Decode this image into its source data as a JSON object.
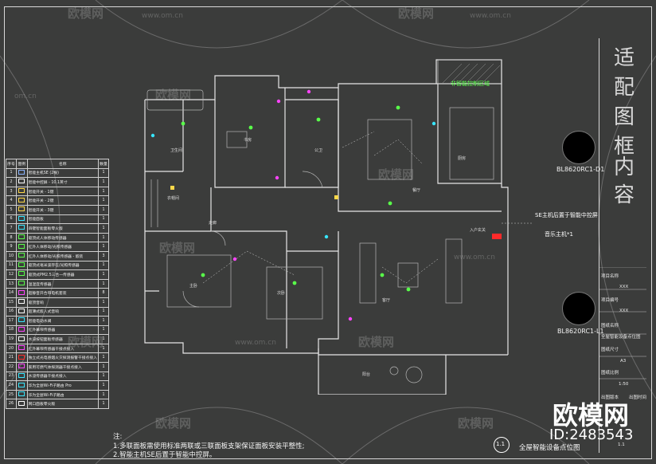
{
  "watermark": {
    "text": "欧模网",
    "url": "www.om.cn",
    "url_short": "om.cn"
  },
  "frame_title_chars": [
    "适",
    "配",
    "图",
    "框",
    "内",
    "容"
  ],
  "symbols": [
    {
      "label": "BL8620RC1-D1"
    },
    {
      "label": "BL8620RC1-L1"
    }
  ],
  "title_block": {
    "project_name_label": "项目名称",
    "project_name": "XXX",
    "project_no_label": "项目编号",
    "project_no": "XXX",
    "drawing_name_label": "图纸名称",
    "drawing_name": "全屋智能设备点位图",
    "paper_size_label": "图纸尺寸",
    "paper_size": "A3",
    "scale_label": "图纸比例",
    "scale": "1:50",
    "version_label": "出图版本",
    "date_label": "出图时间",
    "sheet_no": "1.1"
  },
  "plan": {
    "room_labels": [
      "主卧",
      "次卧",
      "客厅",
      "餐厅",
      "厨房",
      "书房",
      "卫生间",
      "公卫",
      "走廊",
      "阳台",
      "入户玄关",
      "衣帽间"
    ],
    "control_zone": "非智能控制区域",
    "callout_se": "SE主机后置于智能中控屏",
    "callout_music": "音乐主机*1",
    "view_number": "1.1",
    "view_title": "全屋智能设备点位图"
  },
  "legend": {
    "headers": [
      "序号",
      "图例",
      "名称",
      "数量"
    ],
    "rows": [
      [
        "1",
        "智能主机SE (2根)",
        "1"
      ],
      [
        "2",
        "智能中控屏 - 10.1英寸",
        "1"
      ],
      [
        "3",
        "智能开关 - 1键",
        "1"
      ],
      [
        "4",
        "智能开关 - 2键",
        "1"
      ],
      [
        "5",
        "智能开关 - 3键",
        "1"
      ],
      [
        "6",
        "智能面板",
        "1"
      ],
      [
        "7",
        "四键智能面板零火版",
        "1"
      ],
      [
        "8",
        "吸顶式人体移动传感器",
        "1"
      ],
      [
        "9",
        "红外人体移动/光照传感器",
        "1"
      ],
      [
        "10",
        "红外人体移动/光照传感器 - 嵌装",
        "3"
      ],
      [
        "11",
        "吸顶式毫米波存在/光照传感器",
        "1"
      ],
      [
        "12",
        "吸顶式PM2.5三合一传感器",
        "1"
      ],
      [
        "13",
        "温湿度传感器",
        "1"
      ],
      [
        "14",
        "超静音开合帘电机套装",
        "8"
      ],
      [
        "15",
        "吸顶音响",
        "1"
      ],
      [
        "16",
        "超薄式嵌入式音响",
        "1"
      ],
      [
        "17",
        "智能电动水阀",
        "1"
      ],
      [
        "18",
        "红外幕帘传感器",
        "1"
      ],
      [
        "19",
        "水浸按钮面板传感器",
        "1"
      ],
      [
        "20",
        "红外幕帘传感器干接点接入",
        "1"
      ],
      [
        "21",
        "独立式光电感烟火灾探测报警干接点接入",
        "1"
      ],
      [
        "22",
        "家用可燃气体探测器干接点接入",
        "1"
      ],
      [
        "23",
        "水浸传感器干接点接入",
        "1"
      ],
      [
        "24",
        "华为全屋Wi-Fi子路由 Pro",
        "1"
      ],
      [
        "25",
        "华为全屋Wi-Fi子路由",
        "1"
      ],
      [
        "26",
        "网口面板零火版",
        "1"
      ]
    ]
  },
  "notes": {
    "title": "注:",
    "line1": "1.多联面板需使用标准两联或三联面板支架保证面板安装平整性;",
    "line2": "2.智能主机SE后置于智能中控屏。"
  },
  "footer_wm": {
    "brand": "欧模网",
    "id": "ID:2483543"
  },
  "colors": {
    "background": "#3b3c3b",
    "lines": "#e6e6e6",
    "accent_green": "#59ff4a",
    "accent_red": "#ff2a2a",
    "accent_magenta": "#ff44ff",
    "accent_cyan": "#37e6ff"
  }
}
